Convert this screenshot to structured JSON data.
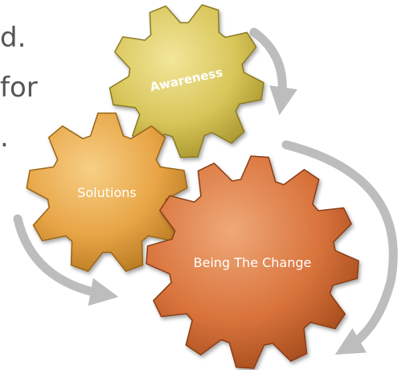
{
  "background_text": [
    "d.",
    "for",
    "."
  ],
  "gears": [
    {
      "label": "Awareness",
      "color": "#d8c65a"
    },
    {
      "label": "Solutions",
      "color": "#e8a546"
    },
    {
      "label": "Being The Change",
      "color": "#d9733c"
    }
  ]
}
